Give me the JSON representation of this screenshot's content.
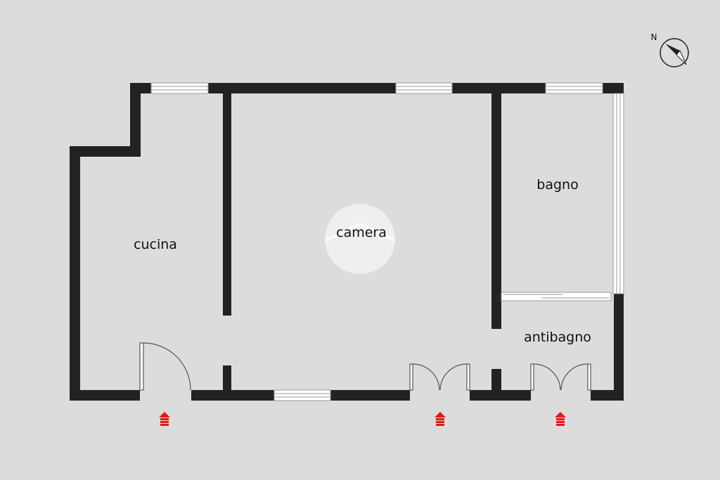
{
  "floorplan": {
    "colors": {
      "background": "#dcdcdc",
      "wall": "#222222",
      "window_frame": "#ffffff",
      "window_line": "#9a9a9a",
      "door_line": "#555555",
      "entrance_arrow": "#e8161b",
      "watermark": "#ffffff"
    },
    "rooms": {
      "cucina": "cucina",
      "camera": "camera",
      "bagno": "bagno",
      "antibagno": "antibagno"
    },
    "compass": {
      "north_label": "N",
      "icon": "compass-needle-icon"
    },
    "entrances": [
      {
        "name": "entrance-cucina",
        "icon": "entrance-arrow-icon"
      },
      {
        "name": "entrance-camera",
        "icon": "entrance-arrow-icon"
      },
      {
        "name": "entrance-antibagno",
        "icon": "entrance-arrow-icon"
      }
    ],
    "watermark_icon": "house-watermark-icon"
  }
}
